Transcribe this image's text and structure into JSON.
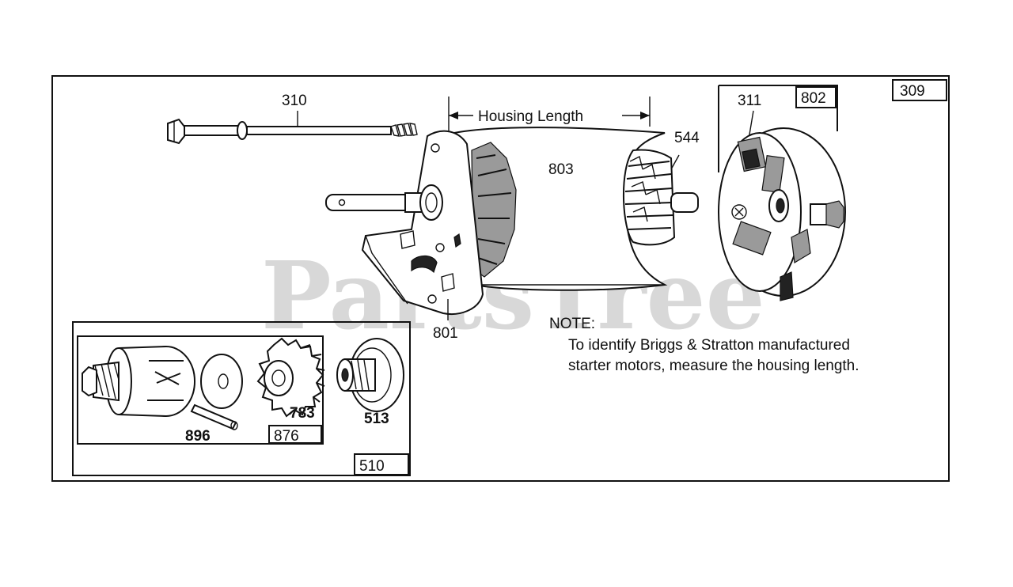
{
  "watermark": "PartsTree",
  "dimension": {
    "label": "Housing Length"
  },
  "callouts": {
    "p309": "309",
    "p310": "310",
    "p311": "311",
    "p802": "802",
    "p544": "544",
    "p803": "803",
    "p801": "801",
    "p896": "896",
    "p876": "876",
    "p783": "783",
    "p513": "513",
    "p510": "510"
  },
  "note": {
    "heading": "NOTE:",
    "line1": "To identify Briggs & Stratton manufactured",
    "line2": "starter motors, measure the housing length."
  }
}
